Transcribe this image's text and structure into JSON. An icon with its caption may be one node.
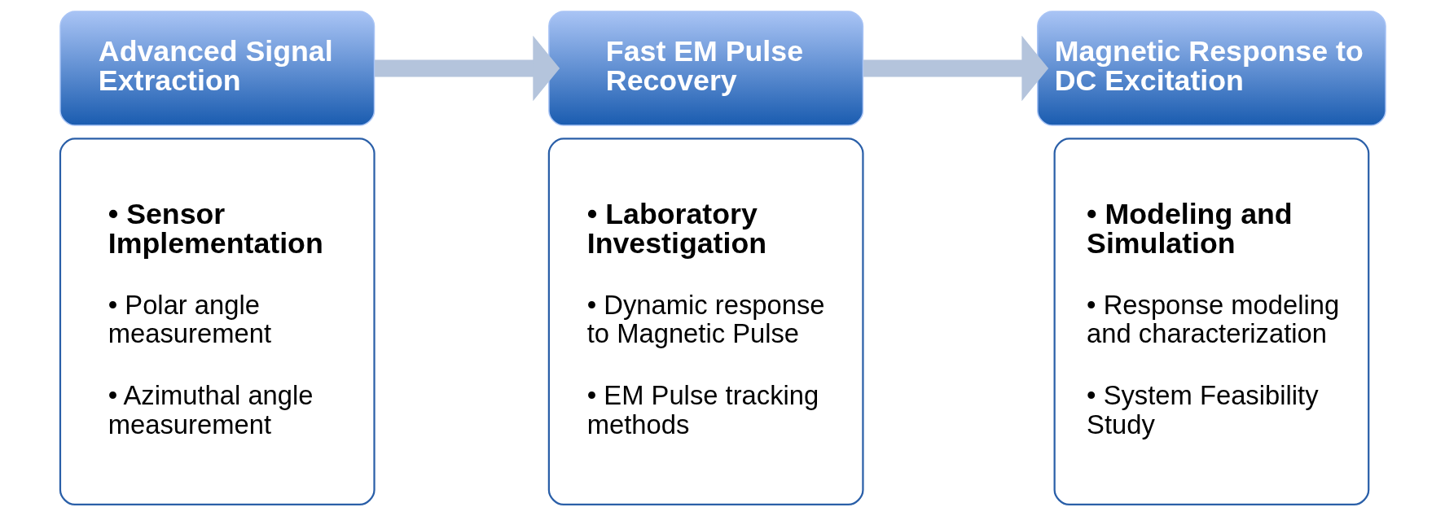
{
  "diagram": {
    "nodes": [
      {
        "text": [
          "Advanced Signal Extraction"
        ]
      },
      {
        "text": [
          "• Sensor Implementation",
          "• Polar angle measurement",
          "• Azimuthal angle measurement"
        ]
      },
      {
        "text": [
          "Fast EM Pulse Recovery"
        ]
      },
      {
        "text": [
          "• Laboratory Investigation",
          "• Dynamic response to Magnetic Pulse",
          "• EM Pulse tracking methods"
        ]
      },
      {
        "text": [
          "Magnetic Response to DC Excitation"
        ]
      },
      {
        "text": [
          "• Modeling and Simulation",
          "• Response modeling and characterization",
          "• System Feasibility Study"
        ]
      }
    ],
    "edges": [
      {
        "from": 0,
        "to": 2,
        "arrow": "to"
      },
      {
        "from": 2,
        "to": 4,
        "arrow": "to"
      }
    ]
  }
}
